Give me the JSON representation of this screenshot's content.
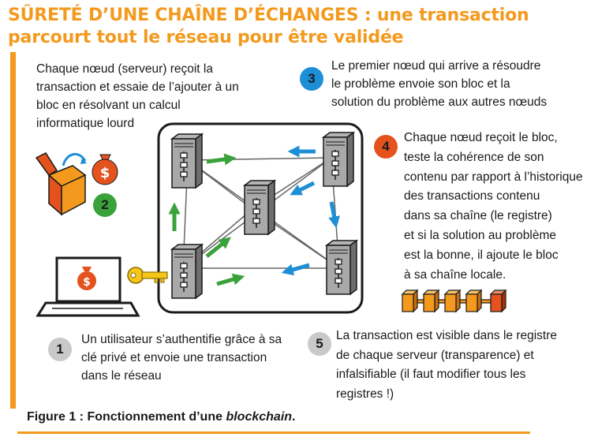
{
  "title": {
    "line1": "SÛRETÉ D’UNE CHAÎNE D’ÉCHANGES : une transaction",
    "line2": "parcourt tout le réseau pour être validée"
  },
  "steps": [
    {
      "number": "1",
      "color": "#c9c9c9",
      "lines": [
        "Un utilisateur s’authentifie grâce à sa",
        "clé privé et envoie une transaction",
        "dans le réseau"
      ]
    },
    {
      "number": "2",
      "color": "#3aa23a",
      "lines": [
        "Chaque nœud (serveur) reçoit la",
        "transaction et essaie de l’ajouter à un",
        "bloc en résolvant un calcul",
        "informatique lourd"
      ]
    },
    {
      "number": "3",
      "color": "#1e8fd6",
      "lines": [
        "Le premier nœud qui arrive a résoudre",
        "le problème envoie son bloc et la",
        "solution du problème aux autres nœuds"
      ]
    },
    {
      "number": "4",
      "color": "#e4521e",
      "lines": [
        "Chaque nœud reçoit le bloc,",
        "teste la cohérence de son",
        "contenu par rapport à l’historique",
        "des transactions contenu",
        "dans sa chaîne (le registre)",
        "et si la solution au problème",
        "est la bonne, il ajoute le bloc",
        "à sa chaîne locale."
      ]
    },
    {
      "number": "5",
      "color": "#c9c9c9",
      "lines": [
        "La transaction est visible dans le registre",
        "de chaque serveur (transparence) et",
        "infalsifiable (il faut modifier tous les",
        "registres !)"
      ]
    }
  ],
  "caption": {
    "prefix": "Figure 1 : Fonctionnement d’une ",
    "emphasis": "blockchain",
    "suffix": "."
  },
  "colors": {
    "accent": "#f39a1e",
    "arrow_green": "#3aa23a",
    "arrow_blue": "#1e8fd6",
    "block_orange": "#f39a1e",
    "block_red": "#e4521e",
    "key_yellow": "#f5c518"
  },
  "icons": [
    "box-icon",
    "money-bag-icon",
    "laptop-icon",
    "key-icon",
    "server-icon",
    "block-chain-icon"
  ]
}
